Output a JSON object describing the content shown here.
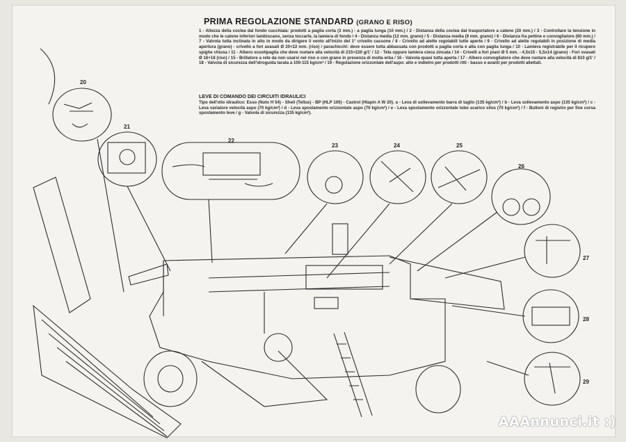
{
  "title": {
    "main": "PRIMA REGOLAZIONE STANDARD",
    "sub": "(GRANO E RISO)"
  },
  "paragraph": "1 - Altezza della coclea dal fondo cucchiaia: prodotti a paglia corta (3 mm.) - a paglia lunga (10 mm.) / 2 - Distanza della coclea dal trasportatore a catene (20 mm.) / 3 - Controllare la tensione in modo che le catene inferiori lambiscano, senza toccarle, la lamiera di fondo / 4 - Distanza media (12 mm. grano) / 5 - Distanza media (9 mm. grano) / 6 - Distanza fra pettine e convogliatore (60 mm.) / 7 - Valvola tutta inclinata in alto in modo da dirigere il vento all'inizio del 1° crivello cassone / 8 - Crivello ad alette regolabili tutte aperte / 9 - Crivello ad alette regolabili in posizione di media apertura (grano) - crivello a fori avasati Ø 20+22 mm. (riso) / parachicchi: deve essere tutta abbassata con prodotti a paglia corta e alta con paglia lunga / 10 - Lamiera registrabile per il ricupero spighe chiusa / 11 - Albero scuotipaglia che deve ruotare alla velocità di 215+220 g/1' / 12 - Tela oppure lamiera cieca zincata / 14 - Crivelli a fori piani Ø 5 mm. - 4,5x15 - 5,5x14 (grano) - Fori svasati Ø 16+18 (riso) / 15 - Brillatore a rete da non usarsi nel riso o con grano in presenza di molta erba / 16 - Valvola quasi tutta aperta / 17 - Albero convogliatore che deve ruotare alla velocità di 810 g/1' / 18 - Valvola di sicurezza dell'idroguida tarata a 100-115 kg/cm² / 19 - Regolazione orizzontale dell'aspo: alto e indietro per prodotti ritti - basso e avanti per prodotti allettati.",
  "levers": {
    "heading": "LEVE DI COMANDO DEI CIRCUITI IDRAULICI",
    "oil_label": "Tipo dell'olio idraulico:",
    "oil_text": "Esso (Nuto H 54) - Shell (Tellus) - BP (HLP 100) - Castrol (Hiapin A W 20).",
    "items": "a - Leva di sollevamento barra di taglio (135 kg/cm²) / b - Leva sollevamento aspo (135 kg/cm²) / c - Leva variatore velocità aspo (70 kg/cm²) / d - Leva spostamento orizzontale aspo (70 kg/cm²) / e - Leva spostamento orizzontale tubo scarico silos (70 kg/cm²) / f - Bulloni di registro per fine corsa spostamento leve / g - Valvola di sicurezza (135 kg/cm²)."
  },
  "callouts": [
    "20",
    "21",
    "22",
    "23",
    "24",
    "25",
    "26",
    "27",
    "28",
    "29"
  ],
  "watermark": "AAAnnunci.it :)"
}
